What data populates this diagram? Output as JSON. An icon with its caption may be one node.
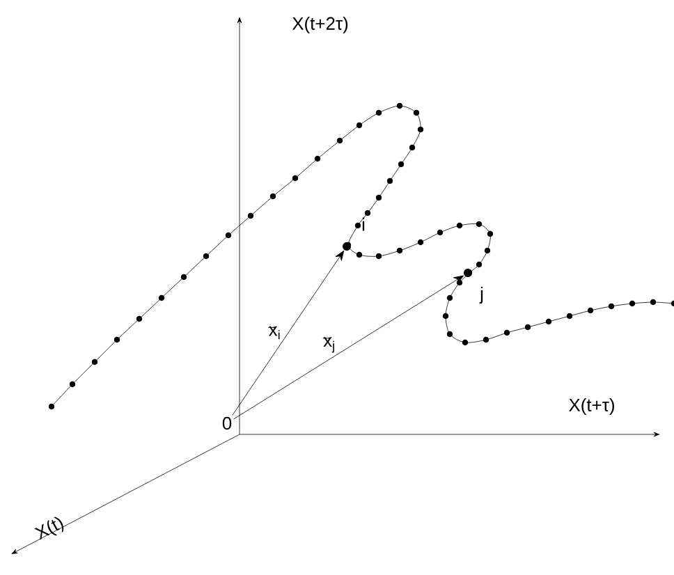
{
  "diagram": {
    "nodes": [
      {
        "text": [
          "0"
        ]
      },
      {
        "text": [],
        "shape": "circle",
        "beside": [
          "i"
        ]
      },
      {
        "text": [],
        "shape": "circle",
        "beside": [
          "j"
        ]
      }
    ],
    "edges": [
      {
        "from": 0,
        "to": 1,
        "arrow": "to",
        "label": "x$_{i}$"
      },
      {
        "from": 0,
        "to": 2,
        "arrow": "to",
        "label": "x$_{j}$"
      }
    ],
    "labels": [
      "X(t+2τ)",
      "X(t+τ)",
      "X(t)"
    ]
  }
}
